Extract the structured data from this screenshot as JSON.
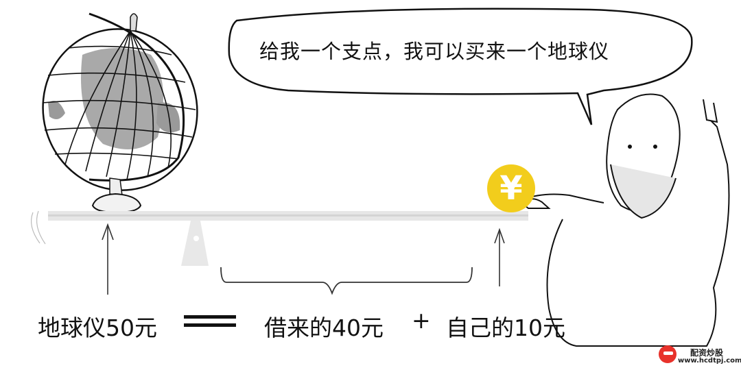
{
  "speech_bubble": {
    "text": "给我一个支点，我可以买来一个地球仪"
  },
  "equation": {
    "left_label": "地球仪50元",
    "equals_sign": "==",
    "borrowed_label": "借来的40元",
    "plus_sign": "+",
    "own_label": "自己的10元"
  },
  "coin": {
    "symbol": "¥",
    "color": "#f2cd1c"
  },
  "watermark": {
    "name": "配资炒股",
    "url": "www.hcdtpj.com",
    "logo_color": "#e8322b"
  }
}
